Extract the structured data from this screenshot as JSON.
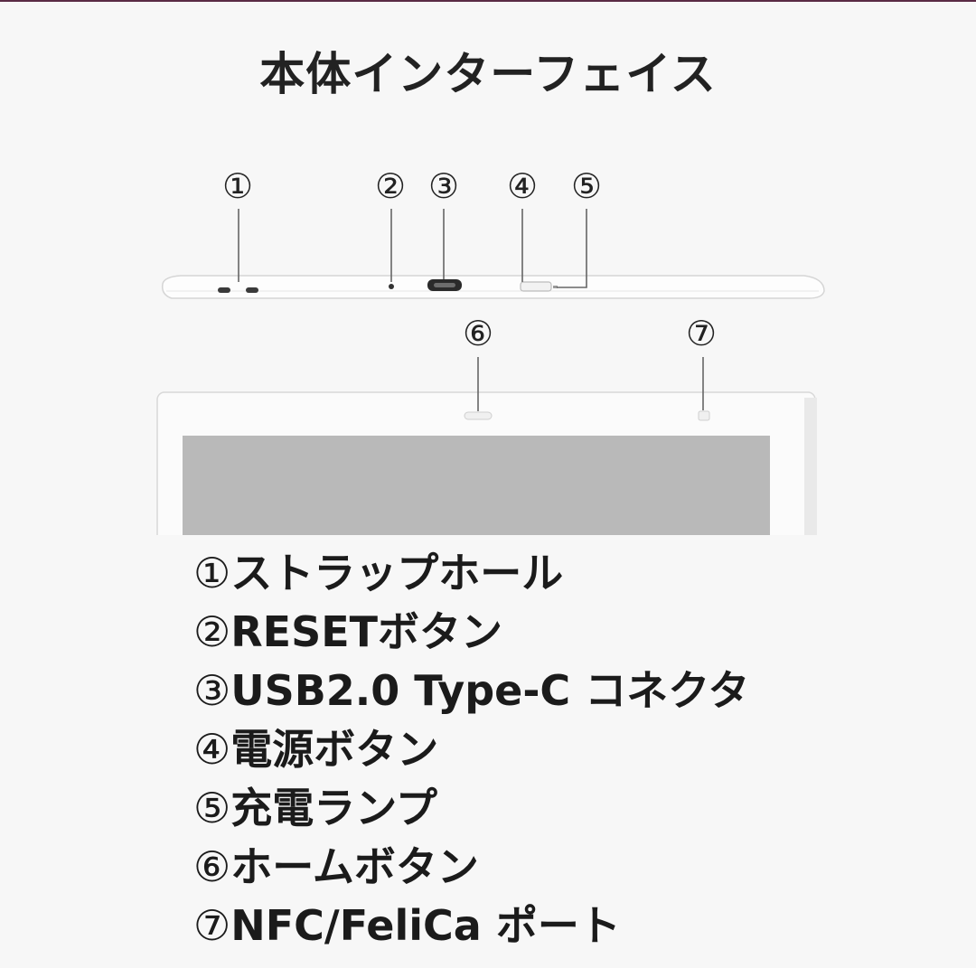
{
  "title": "本体インターフェイス",
  "callouts": {
    "c1": "①",
    "c2": "②",
    "c3": "③",
    "c4": "④",
    "c5": "⑤",
    "c6": "⑥",
    "c7": "⑦"
  },
  "legend": [
    {
      "num": "①",
      "label": "ストラップホール"
    },
    {
      "num": "②",
      "label": "RESETボタン"
    },
    {
      "num": "③",
      "label": "USB2.0 Type-C コネクタ"
    },
    {
      "num": "④",
      "label": "電源ボタン"
    },
    {
      "num": "⑤",
      "label": "充電ランプ"
    },
    {
      "num": "⑥",
      "label": "ホームボタン"
    },
    {
      "num": "⑦",
      "label": "NFC/FeliCa ポート"
    }
  ],
  "colors": {
    "device_body": "#fbfbfb",
    "screen": "#b9b9b9",
    "leader_line": "#666666",
    "top_strip": "#5a2a45"
  }
}
